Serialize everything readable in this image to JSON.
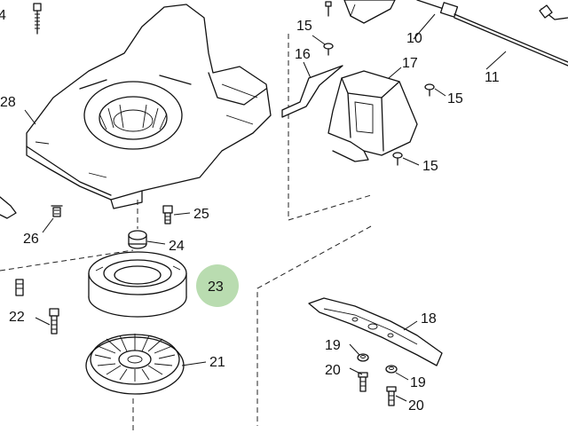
{
  "diagram": {
    "highlight_color": "#b9dcb0",
    "callouts": {
      "c4": "4",
      "c10": "10",
      "c11": "11",
      "c15a": "15",
      "c15b": "15",
      "c15c": "15",
      "c16": "16",
      "c17": "17",
      "c18": "18",
      "c19a": "19",
      "c19b": "19",
      "c20a": "20",
      "c20b": "20",
      "c21": "21",
      "c22": "22",
      "c23": "23",
      "c24": "24",
      "c25": "25",
      "c26": "26",
      "c28": "28"
    },
    "highlighted_part": "23"
  }
}
